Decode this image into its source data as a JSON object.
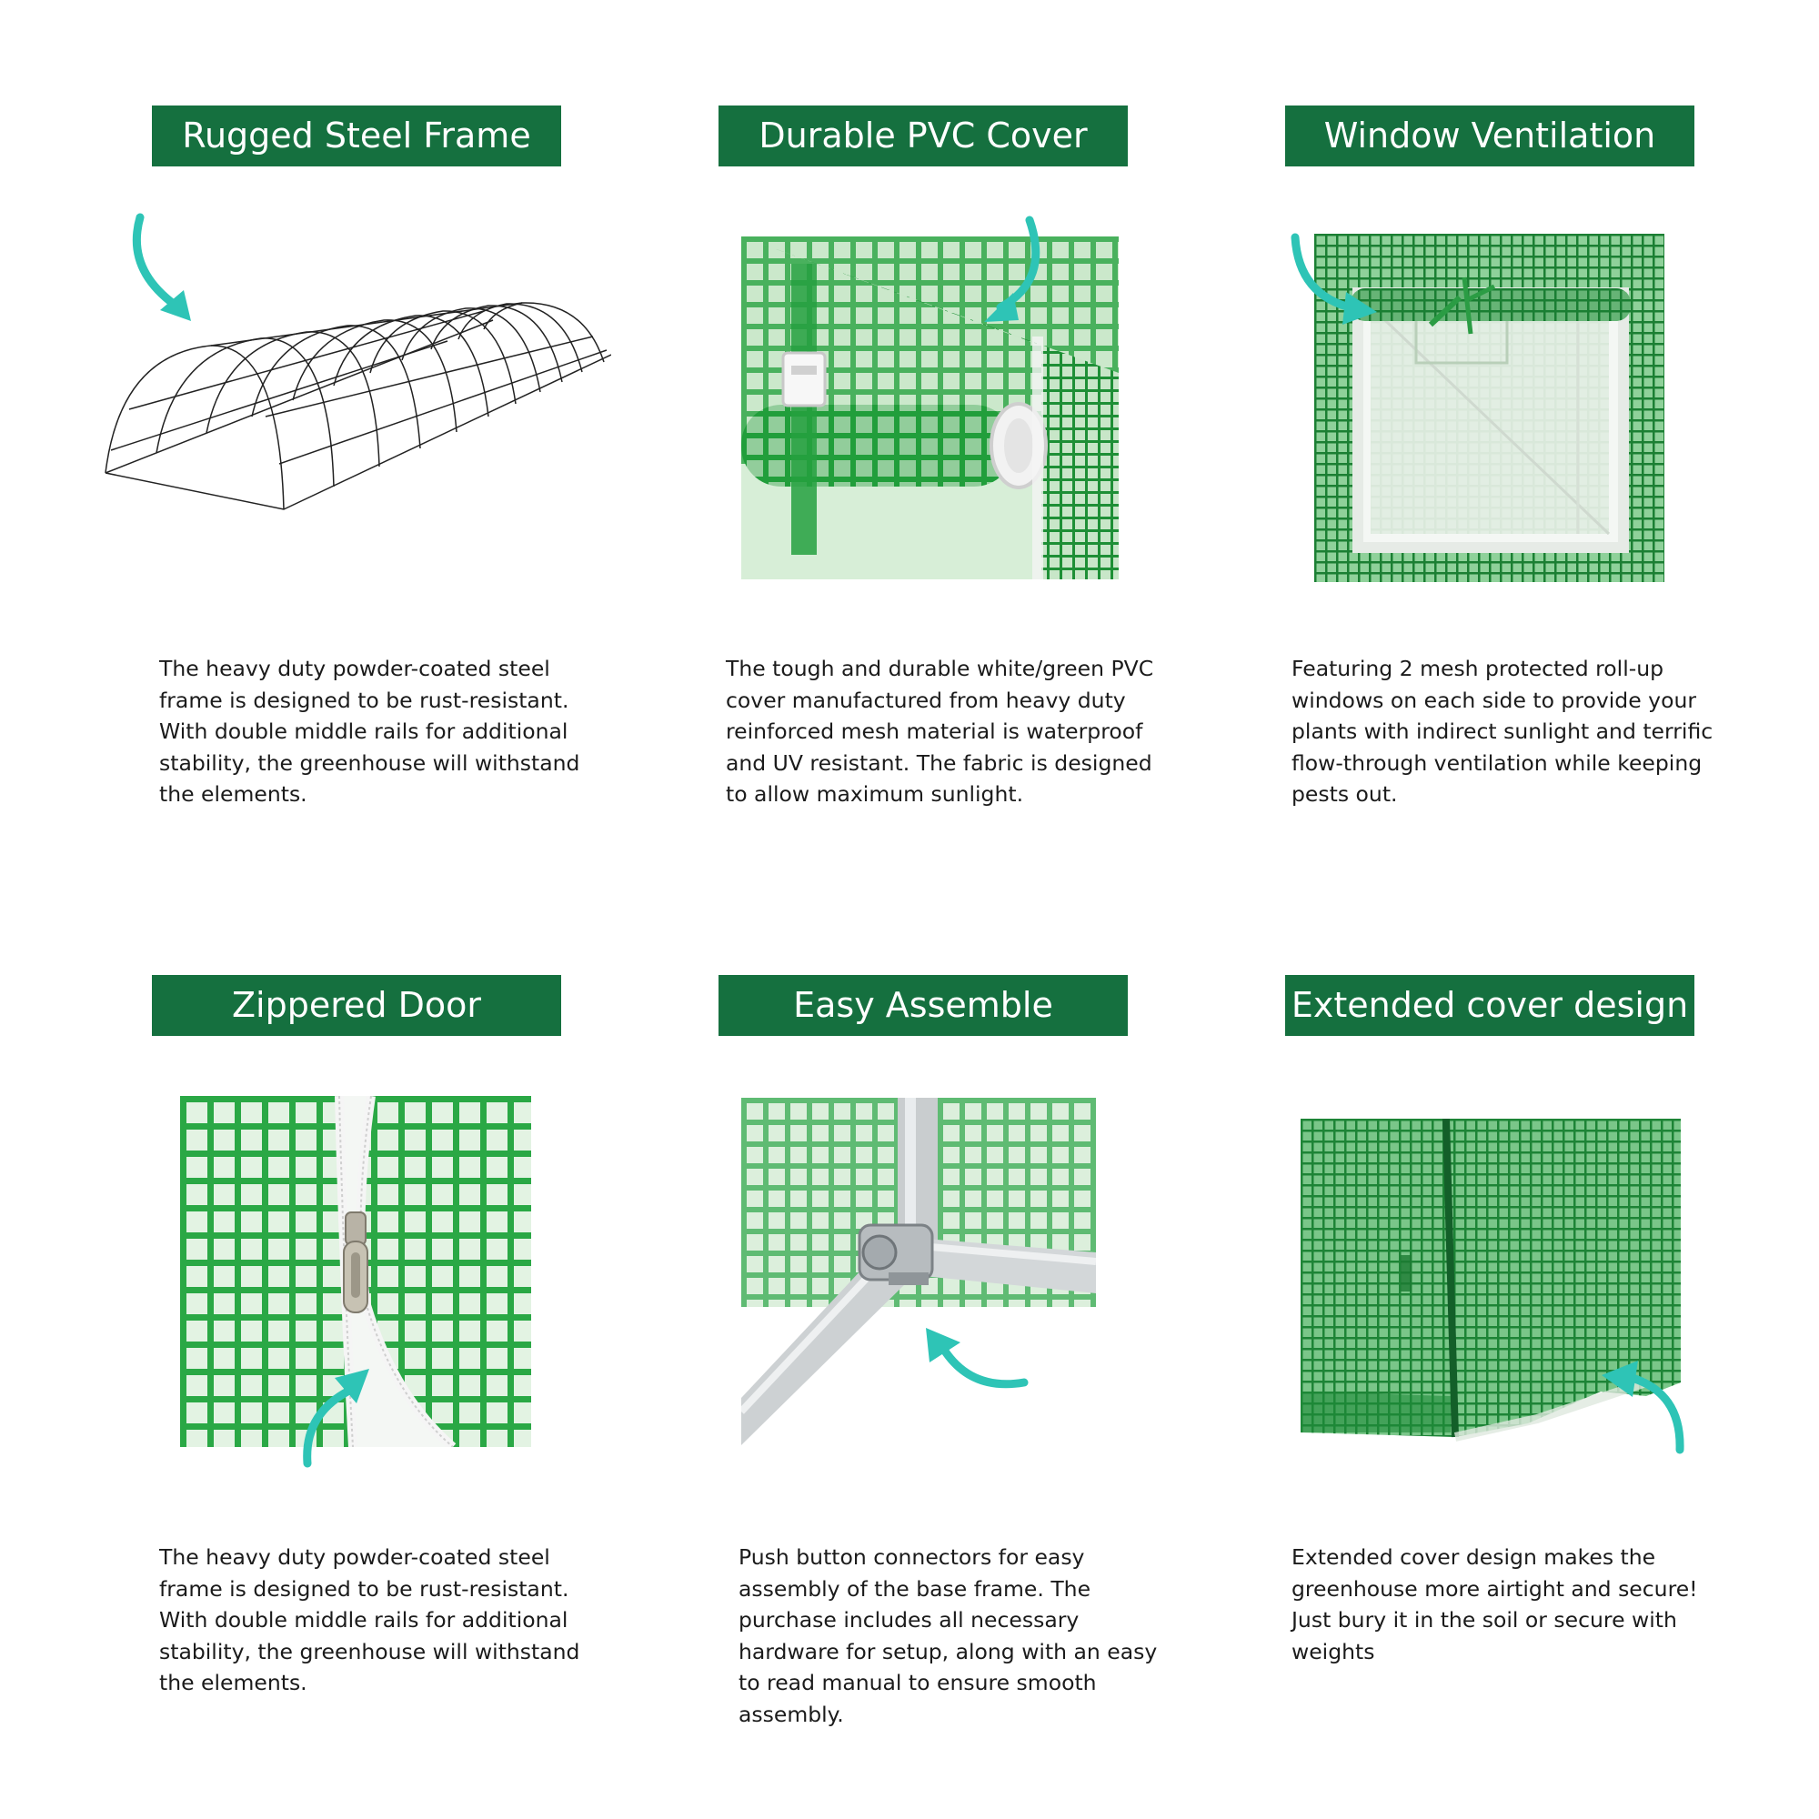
{
  "colors": {
    "banner": "#15703f",
    "arrow": "#2ec4b6",
    "mesh_green": "#1f9a3a",
    "text": "#1b1b1b"
  },
  "features": [
    {
      "title": "Rugged Steel Frame",
      "description": "The heavy duty powder-coated steel frame is designed to be rust-resistant. With double middle rails for additional stability, the greenhouse will withstand the elements.",
      "image": "steel-frame-line-drawing"
    },
    {
      "title": "Durable PVC Cover",
      "description": "The tough and durable white/green PVC cover manufactured from heavy duty reinforced mesh material is waterproof and UV resistant. The fabric is designed to allow maximum sunlight.",
      "image": "rolled-pvc-cover-photo"
    },
    {
      "title": "Window Ventilation",
      "description": "Featuring 2 mesh protected roll-up windows on each side to provide your plants with indirect sunlight and terrific flow-through ventilation while keeping pests out.",
      "image": "roll-up-window-photo"
    },
    {
      "title": "Zippered Door",
      "description": "The heavy duty powder-coated steel frame is designed to be rust-resistant. With double middle rails for additional stability, the greenhouse will withstand the elements.",
      "image": "zipper-door-photo"
    },
    {
      "title": "Easy Assemble",
      "description": "Push button connectors for easy assembly of the base frame. The purchase includes all necessary hardware for setup, along with an easy to read manual to ensure smooth assembly.",
      "image": "frame-connector-photo"
    },
    {
      "title": "Extended cover design",
      "description": "Extended cover design makes the greenhouse more airtight and secure! Just bury it in the soil or secure with weights",
      "image": "extended-cover-photo"
    }
  ]
}
